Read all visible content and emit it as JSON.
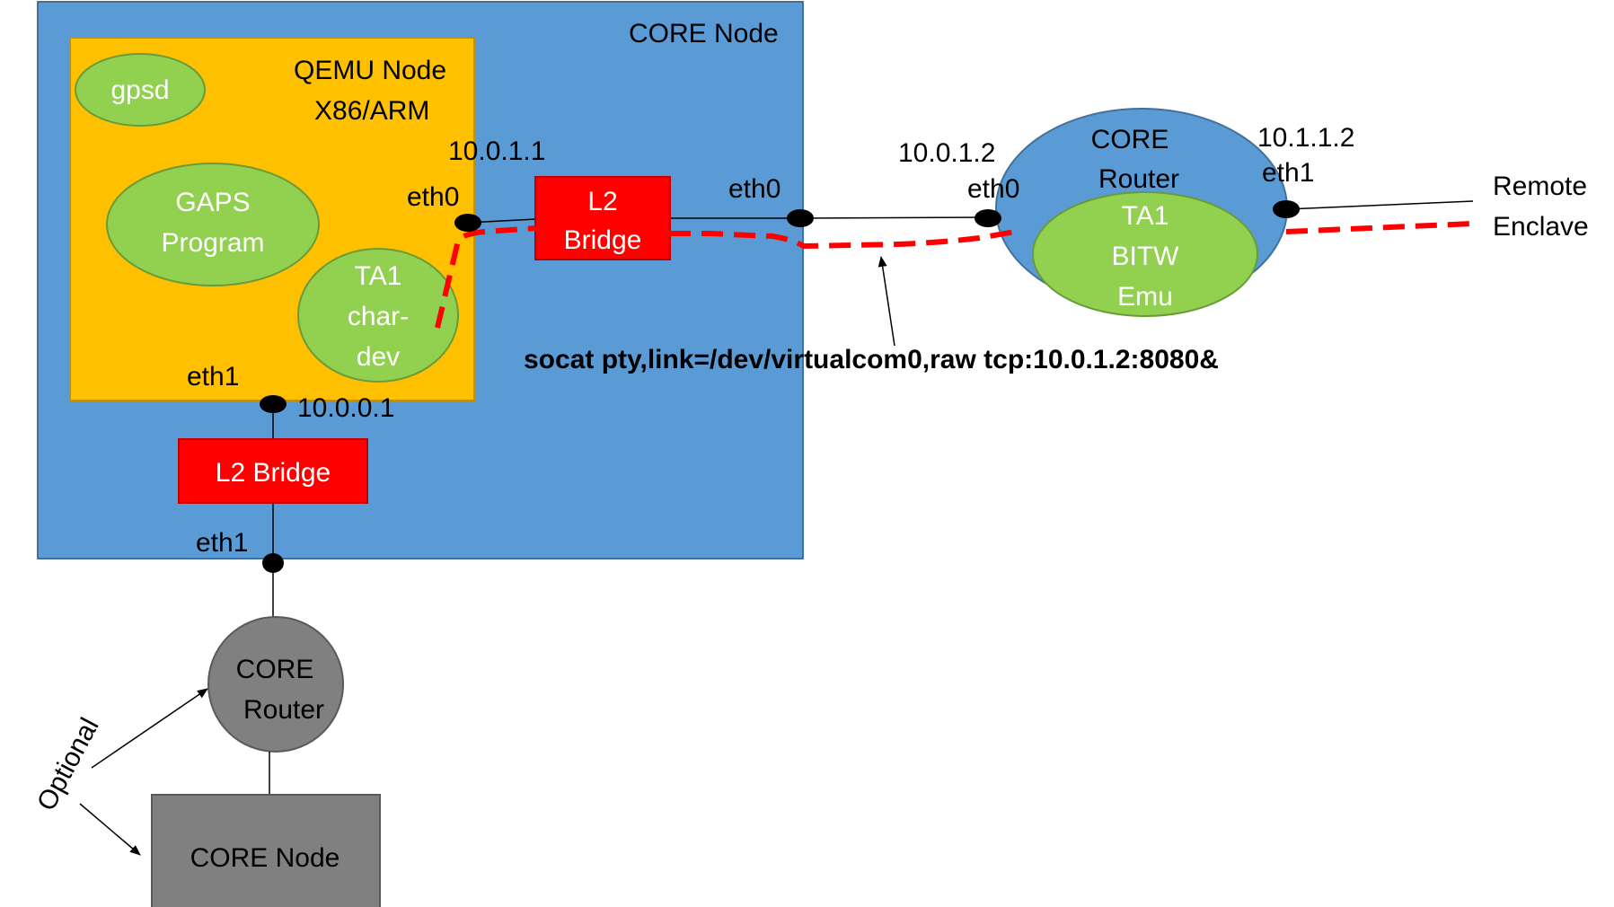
{
  "core_node": {
    "label": "CORE Node"
  },
  "qemu_node": {
    "line1": "QEMU Node",
    "line2": "X86/ARM"
  },
  "gpsd": {
    "label": "gpsd"
  },
  "gaps_program": {
    "line1": "GAPS",
    "line2": "Program"
  },
  "ta1_chardev": {
    "line1": "TA1",
    "line2": "char-",
    "line3": "dev"
  },
  "ip_qemu_eth0": "10.0.1.1",
  "lbl_qemu_eth0": "eth0",
  "l2_bridge_top": {
    "line1": "L2",
    "line2": "Bridge"
  },
  "lbl_bridge_eth0": "eth0",
  "ip_router_eth0": "10.0.1.2",
  "lbl_router_eth0": "eth0",
  "core_router_right": {
    "line1": "CORE",
    "line2": "Router"
  },
  "ta1_bitw": {
    "line1": "TA1",
    "line2": "BITW",
    "line3": "Emu"
  },
  "ip_router_eth1": "10.1.1.2",
  "lbl_router_eth1": "eth1",
  "remote_enclave": {
    "line1": "Remote",
    "line2": "Enclave"
  },
  "socat_command": "socat  pty,link=/dev/virtualcom0,raw  tcp:10.0.1.2:8080&",
  "lbl_qemu_eth1": "eth1",
  "ip_qemu_eth1": "10.0.0.1",
  "l2_bridge_bottom": {
    "label": "L2 Bridge"
  },
  "lbl_bridge_eth1": "eth1",
  "core_router_bottom": {
    "line1": "CORE",
    "line2": "Router"
  },
  "optional": "Optional",
  "core_node_bottom": {
    "label": "CORE Node"
  },
  "colors": {
    "core_blue": "#5b9bd5",
    "qemu_orange": "#ffc000",
    "green": "#92d050",
    "bridge_red": "#ff0000",
    "path_red": "#ff0000",
    "gray": "#808080"
  }
}
